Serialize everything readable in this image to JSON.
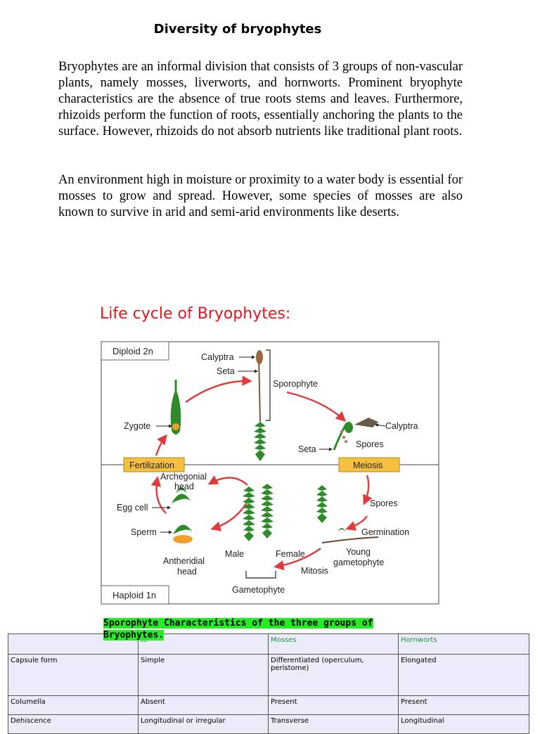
{
  "document": {
    "title": "Diversity of bryophytes",
    "paragraphs": [
      "Bryophytes are an informal division that consists of 3 groups of non-vascular plants, namely mosses, liverworts, and hornworts.  Prominent bryophyte characteristics are the absence of true roots stems and leaves. Furthermore, rhizoids perform the function of roots, essentially anchoring the plants to the surface. However, rhizoids do not absorb nutrients like traditional plant roots.",
      "An environment high in moisture or proximity to a water body is essential for mosses to grow and spread. However, some species of mosses are also known to survive in arid and semi-arid environments like deserts."
    ],
    "life_cycle_title": "Life cycle of Bryophytes:",
    "highlight_heading": "Sporophyte Characteristics of the three groups of Bryophytes."
  },
  "diagram": {
    "labels": {
      "diploid": "Diploid 2n",
      "haploid": "Haploid 1n",
      "calyptra_top": "Calyptra",
      "seta_top": "Seta",
      "sporophyte": "Sporophyte",
      "zygote": "Zygote",
      "calyptra_right": "Calyptra",
      "seta_right": "Seta",
      "spores_top": "Spores",
      "fertilization": "Fertilization",
      "meiosis": "Meiosis",
      "archegonial_1": "Archegonial",
      "archegonial_2": "head",
      "egg_cell": "Egg cell",
      "sperm": "Sperm",
      "antheridial_1": "Antheridial",
      "antheridial_2": "head",
      "male": "Male",
      "female": "Female",
      "mitosis": "Mitosis",
      "spores_mid": "Spores",
      "germination": "Germination",
      "young_1": "Young",
      "young_2": "gametophyte",
      "gametophyte": "Gametophyte"
    },
    "colors": {
      "arrow": "#e03a3a",
      "box": "#f5c040",
      "plant": "#2f8a2a"
    }
  },
  "table": {
    "headers": [
      "",
      "ts",
      "Mosses",
      "Hornworts"
    ],
    "rows": [
      [
        "Capsule form",
        "Simple",
        "Differentiated (operculum, peristome)",
        "Elongated"
      ],
      [
        "Columella",
        "Absent",
        "Present",
        "Present"
      ],
      [
        "Dehiscence",
        "Longitudinal or irregular",
        "Transverse",
        "Longitudinal"
      ]
    ]
  }
}
